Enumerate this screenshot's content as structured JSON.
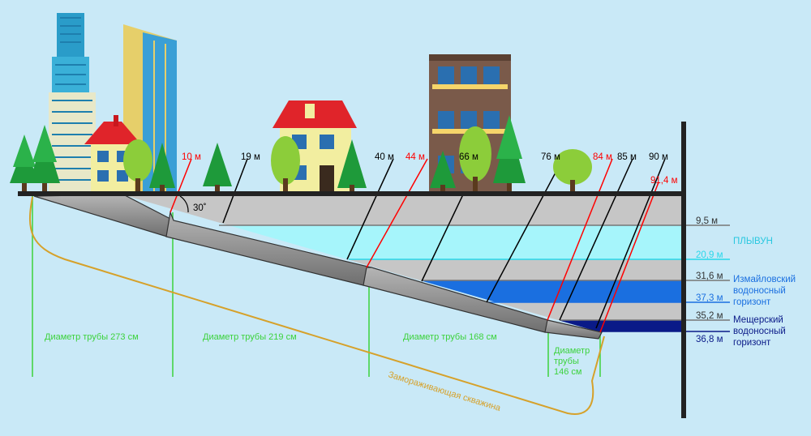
{
  "surface_markers": [
    {
      "label": "10 м",
      "color": "#ff0000"
    },
    {
      "label": "19 м",
      "color": "#000000"
    },
    {
      "label": "40 м",
      "color": "#000000"
    },
    {
      "label": "44 м",
      "color": "#ff0000"
    },
    {
      "label": "66 м",
      "color": "#000000"
    },
    {
      "label": "76 м",
      "color": "#000000"
    },
    {
      "label": "84 м",
      "color": "#ff0000"
    },
    {
      "label": "85 м",
      "color": "#000000"
    },
    {
      "label": "90 м",
      "color": "#000000"
    },
    {
      "label": "91,4 м",
      "color": "#ff0000"
    }
  ],
  "angle_label": "30˚",
  "depths": [
    {
      "label": "9,5 м",
      "color": "#333333"
    },
    {
      "label": "20,9 м",
      "color": "#29d8ea"
    },
    {
      "label": "31,6 м",
      "color": "#333333"
    },
    {
      "label": "37,3 м",
      "color": "#1a6fe0"
    },
    {
      "label": "35,2 м",
      "color": "#333333"
    },
    {
      "label": "36,8 м",
      "color": "#0a1a88"
    }
  ],
  "layers": {
    "plyvun": "ПЛЫВУН",
    "izmailovsky": [
      "Измайловский",
      "водоносный",
      "горизонт"
    ],
    "mechersky": [
      "Мещерский",
      "водоносный",
      "горизонт"
    ]
  },
  "pipes": {
    "d273": "Диаметр трубы 273 см",
    "d219": "Диаметр трубы 219 см",
    "d168": "Диаметр трубы 168 см",
    "d146": [
      "Диаметр",
      "трубы",
      "146 см"
    ]
  },
  "freezing_well": "Замораживающая скважина",
  "colors": {
    "sky": "#c9e9f7",
    "soil": "#c6c6c6",
    "quicksand": "#a6f5fb",
    "aquifer_izm": "#1a6fe0",
    "aquifer_mech": "#0a1a88",
    "pipe": "#8f8f8f",
    "well": "#d6a12a",
    "section_line": "#3cd23c"
  }
}
